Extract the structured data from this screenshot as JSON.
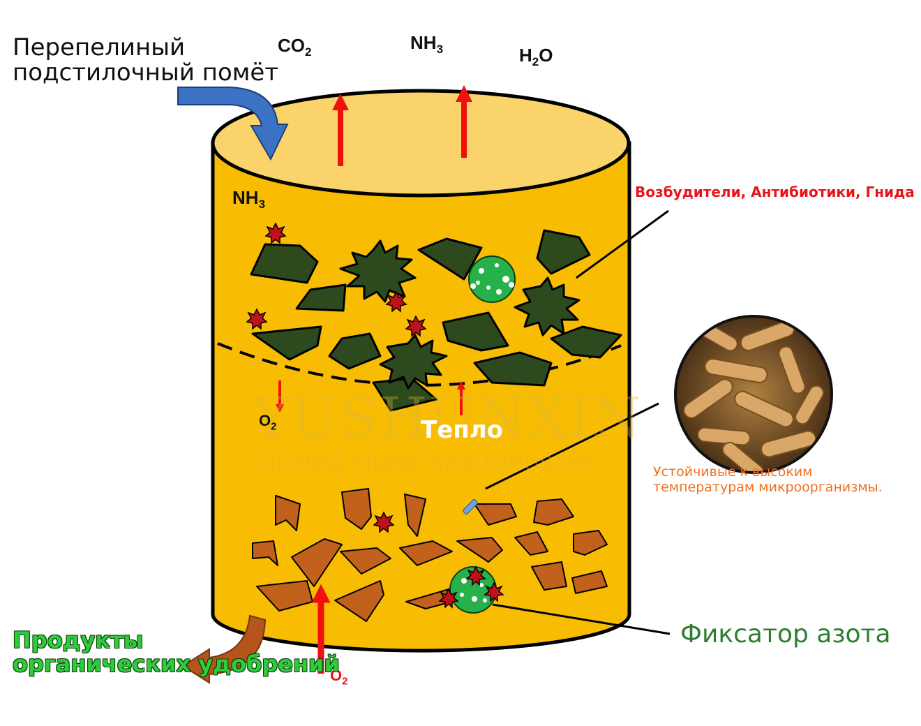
{
  "input_label_lines": [
    "Перепелиный",
    "подстилочный помёт"
  ],
  "gases_top": [
    {
      "main": "CO",
      "sub": "2"
    },
    {
      "main": "NH",
      "sub": "3"
    },
    {
      "main": "H",
      "sub": "2",
      "tail": "O"
    }
  ],
  "gas_inside": {
    "main": "NH",
    "sub": "3"
  },
  "o2_inside": {
    "main": "O",
    "sub": "2"
  },
  "o2_bottom": {
    "main": "O",
    "sub": "2"
  },
  "heat_label": "Тепло",
  "annotation_pathogens": "Возбудители, Антибиотики, Гнида",
  "annotation_microbes_lines": [
    "Устойчивые к высоким",
    "температурам микроорганизмы."
  ],
  "annotation_fixer": "Фиксатор азота",
  "output_label_lines": [
    "Продукты",
    "органических удобрений"
  ],
  "watermark_main": "YUSHUNXIN",
  "watermark_sub": "GLOBAL TRADE AND INDUSTRY",
  "colors": {
    "tank_body": "#f8bd02",
    "tank_top": "#fad46a",
    "pathogen_chunk": "#2d4a1e",
    "organic_chunk": "#c2611b",
    "germ": "#c0101c",
    "fixer": "#27b14a",
    "arrow_red": "#ef1010",
    "arrow_blue": "#3b72c4",
    "arrow_brown": "#b5541b",
    "annotation_red": "#e8141c",
    "annotation_orange": "#f07020",
    "annotation_green": "#2e7d32"
  }
}
